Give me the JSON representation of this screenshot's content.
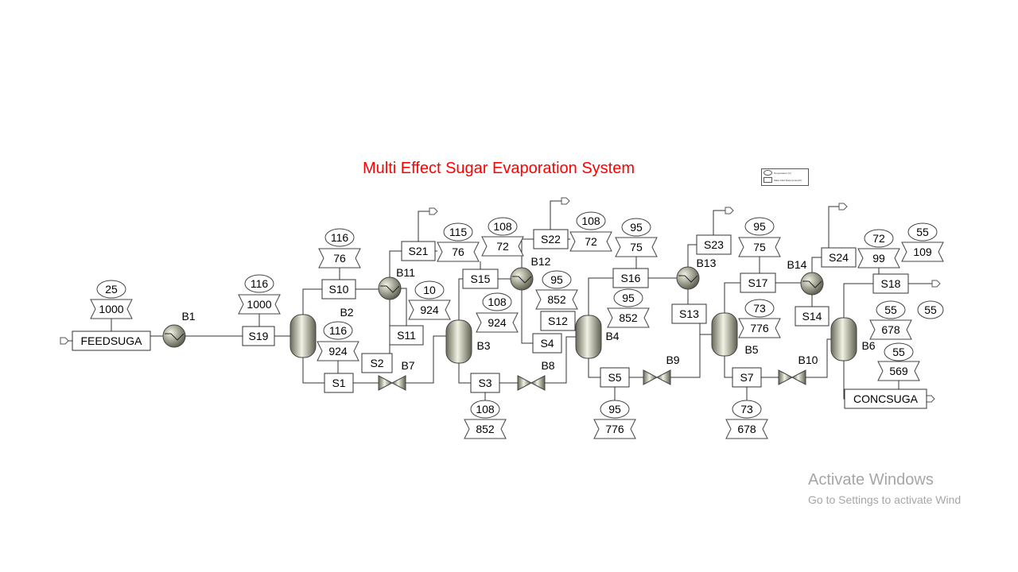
{
  "title": "Multi Effect Sugar Evaporation System",
  "legend": {
    "temperature": "Temperature (C)",
    "mass_flow": "Mass Flow Rate (tonne/hr)"
  },
  "streams": [
    "FEEDSUGA",
    "S19",
    "S10",
    "S1",
    "S21",
    "S2",
    "S11",
    "S15",
    "S3",
    "S22",
    "S4",
    "S12",
    "S16",
    "S5",
    "S23",
    "S13",
    "S17",
    "S7",
    "S24",
    "S14",
    "S18",
    "CONCSUGA"
  ],
  "blocks": [
    "B1",
    "B2",
    "B7",
    "B11",
    "B3",
    "B8",
    "B12",
    "B4",
    "B9",
    "B13",
    "B5",
    "B10",
    "B14",
    "B6"
  ],
  "tags": [
    {
      "temp": "25",
      "flow": "1000"
    },
    {
      "temp": "116",
      "flow": "1000"
    },
    {
      "temp": "116",
      "flow": "76"
    },
    {
      "temp": "116",
      "flow": "924"
    },
    {
      "temp": "115",
      "flow": "76"
    },
    {
      "temp": "108",
      "flow": "72"
    },
    {
      "temp": "10",
      "flow": "924"
    },
    {
      "temp": "108",
      "flow": "924"
    },
    {
      "temp": "108",
      "flow": "852"
    },
    {
      "temp": "108",
      "flow": "72"
    },
    {
      "temp": "95",
      "flow": "75"
    },
    {
      "temp": "95",
      "flow": "852"
    },
    {
      "temp": "95",
      "flow": "852"
    },
    {
      "temp": "95",
      "flow": "776"
    },
    {
      "temp": "95",
      "flow": "75"
    },
    {
      "temp": "73",
      "flow": "776"
    },
    {
      "temp": "73",
      "flow": "678"
    },
    {
      "temp": "55",
      "flow": "109"
    },
    {
      "temp": "72",
      "flow": "99"
    },
    {
      "temp": "55",
      "flow": "678"
    },
    {
      "temp": "55",
      "flow": "569"
    }
  ],
  "extra_temp": "55",
  "watermark": {
    "line1": "Activate Windows",
    "line2": "Go to Settings to activate Wind"
  }
}
